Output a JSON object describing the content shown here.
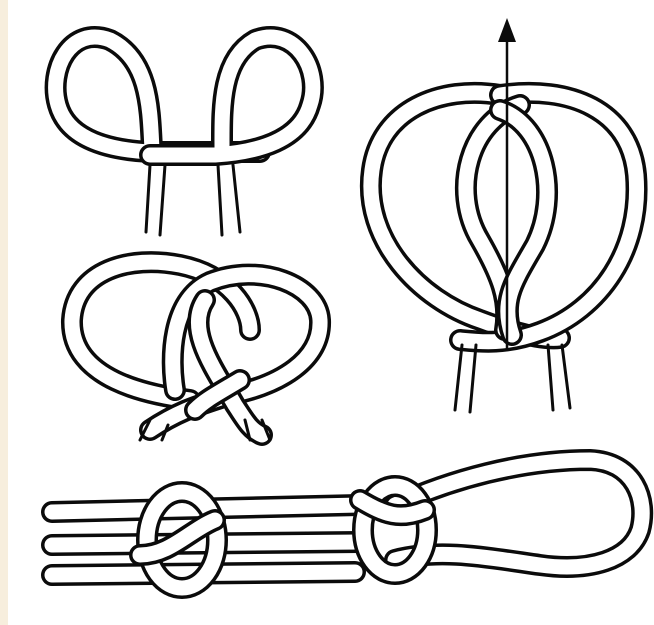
{
  "colors": {
    "background": "#f7eedd",
    "panel": "#ffffff",
    "ink": "#0b0b0b"
  },
  "figure": {
    "steps": [
      {
        "id": "step-1",
        "content": "two-bights-crossed"
      },
      {
        "id": "step-2",
        "content": "bights-interlaced"
      },
      {
        "id": "step-3",
        "content": "loop-pulled-through-arrow"
      },
      {
        "id": "step-4",
        "content": "finished-knot-with-loop"
      }
    ],
    "arrow_icon": "up-arrow-icon"
  }
}
